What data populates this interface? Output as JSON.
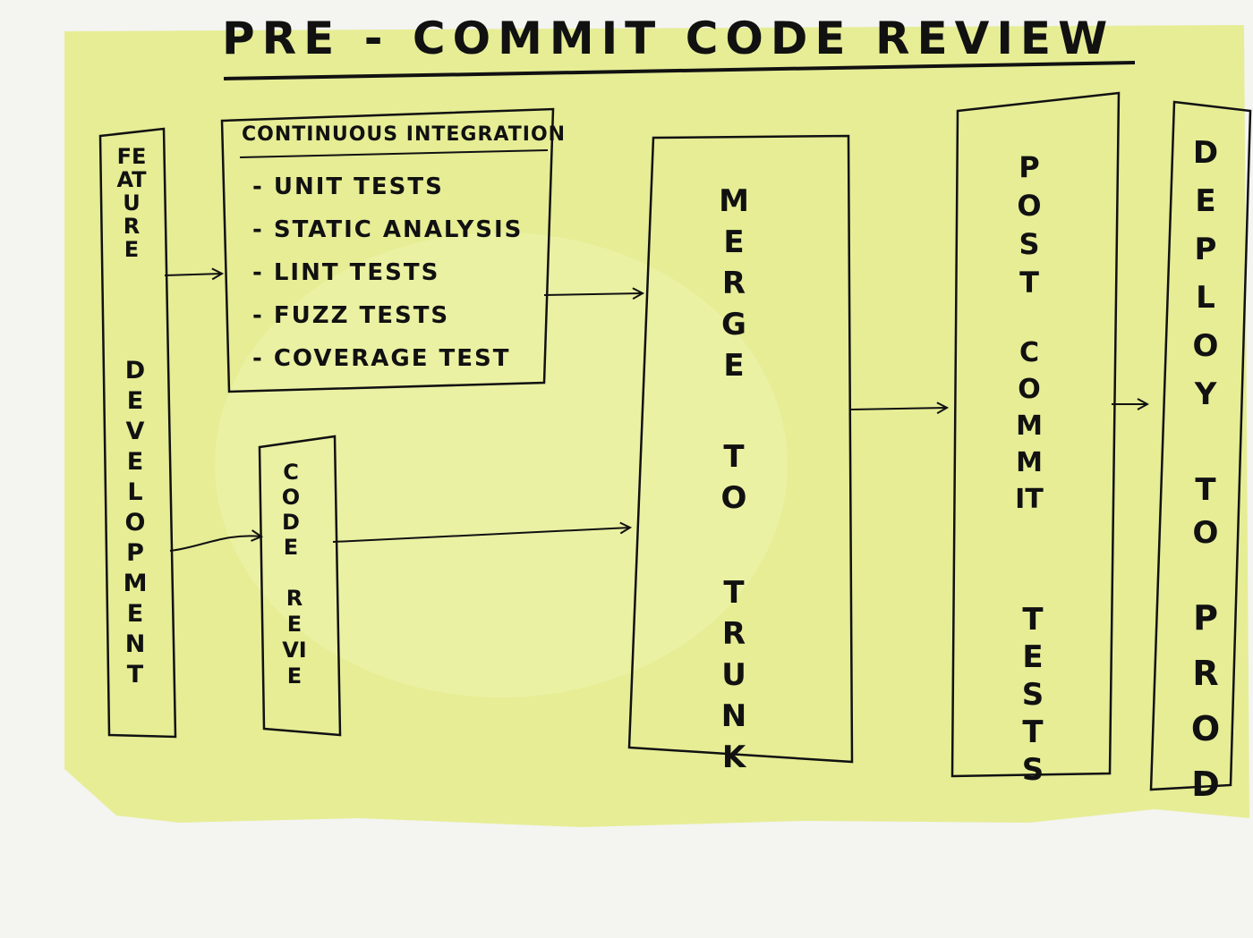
{
  "title": "PRE - COMMIT   CODE  REVIEW",
  "continuous_integration": {
    "heading": "CONTINUOUS INTEGRATION",
    "items": [
      "- UNIT  TESTS",
      "- STATIC  ANALYSIS",
      "- LINT   TESTS",
      "- FUZZ  TESTS",
      "- COVERAGE  TEST"
    ]
  },
  "boxes": {
    "feature_word1": "FEATURE",
    "feature_word2": "DEVELOPMENT",
    "code_word1": "CODE",
    "code_word2": "REVIE",
    "merge_word1": "MERGE",
    "merge_word2": "TO",
    "merge_word3": "TRUNK",
    "post_word1": "POST",
    "post_word2": "COMMIT",
    "post_word3": "TESTS",
    "deploy_word1": "DEPLOY",
    "deploy_word2": "TO",
    "deploy_word3": "PROD"
  },
  "colors": {
    "wash": "#e6ed95",
    "wash_light": "#eef3ad",
    "ink": "#111111",
    "paper": "#f4f4f1"
  }
}
